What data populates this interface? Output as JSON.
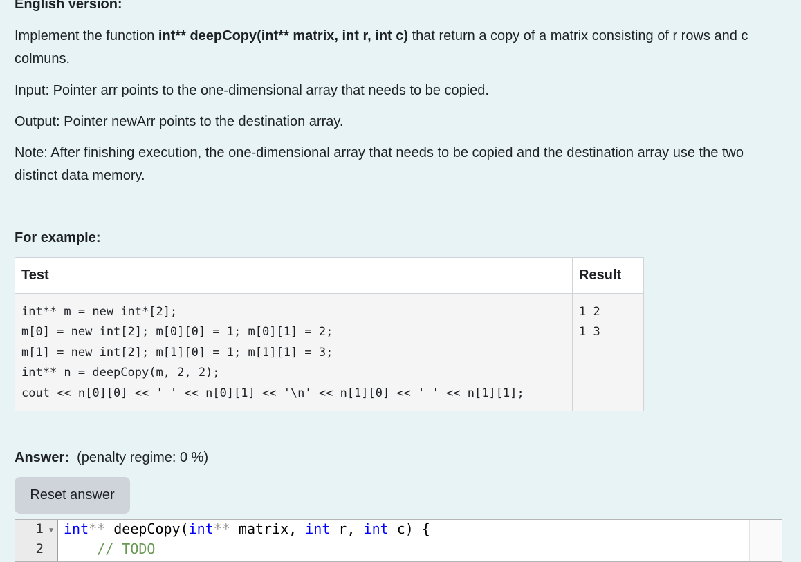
{
  "question": {
    "heading": "English version:",
    "intro_before": "Implement the function ",
    "intro_bold": "int** deepCopy(int** matrix, int r, int c)",
    "intro_after": " that return a copy of a matrix consisting of  r rows and c colmuns.",
    "input_text": "Input: Pointer arr points to the one-dimensional array that needs to be copied.",
    "output_text": "Output: Pointer newArr points to the destination array.",
    "note_text": "Note: After finishing execution, the one-dimensional array that needs to be copied and the destination array use the two distinct data memory."
  },
  "examples": {
    "label": "For example:",
    "headers": [
      "Test",
      "Result"
    ],
    "rows": [
      {
        "test": "int** m = new int*[2];\nm[0] = new int[2]; m[0][0] = 1; m[0][1] = 2;\nm[1] = new int[2]; m[1][0] = 1; m[1][1] = 3;\nint** n = deepCopy(m, 2, 2);\ncout << n[0][0] << ' ' << n[0][1] << '\\n' << n[1][0] << ' ' << n[1][1];",
        "result": "1 2\n1 3"
      }
    ]
  },
  "answer": {
    "label": "Answer:",
    "penalty": "(penalty regime: 0 %)",
    "reset_label": "Reset answer"
  },
  "editor": {
    "line_numbers": [
      "1",
      "2"
    ],
    "fold_icon": "triangle-down",
    "line1": {
      "t1": "int",
      "t2": "**",
      "t3": " deepCopy(",
      "t4": "int",
      "t5": "**",
      "t6": " matrix, ",
      "t7": "int",
      "t8": " r, ",
      "t9": "int",
      "t10": " c) {"
    },
    "line2": "    // TODO"
  }
}
